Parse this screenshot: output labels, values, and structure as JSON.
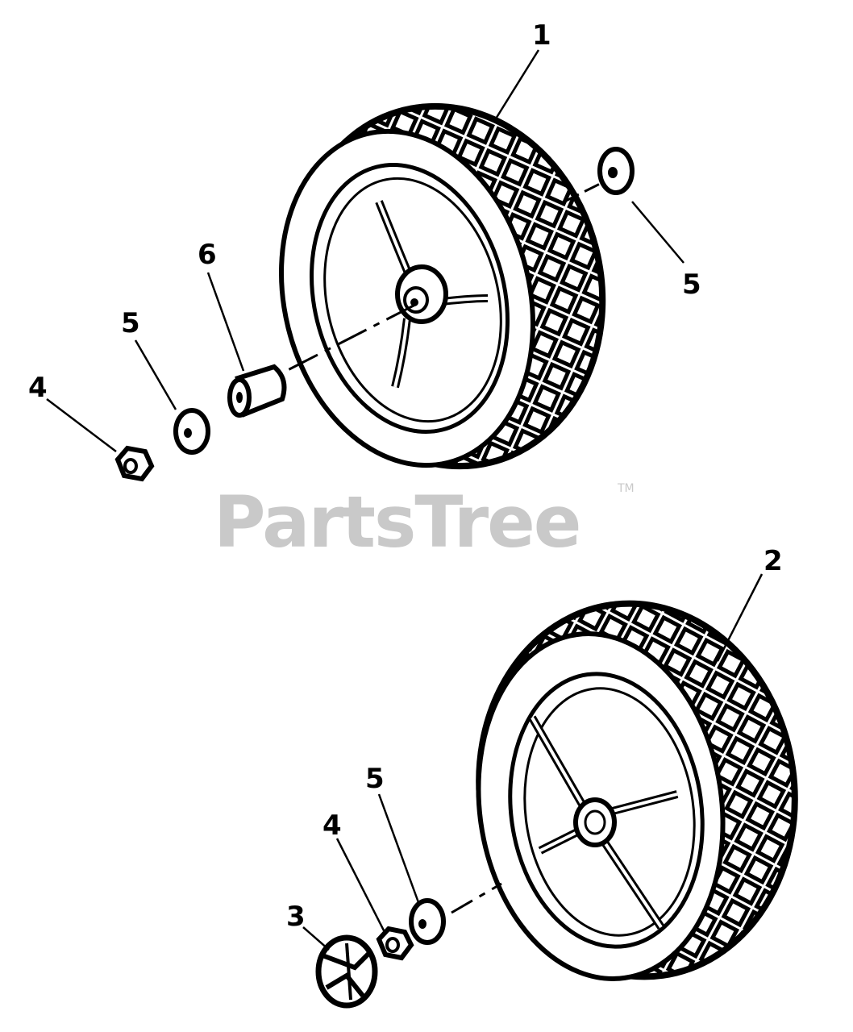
{
  "watermark": {
    "text": "PartsTree",
    "trademark": "TM"
  },
  "callouts": {
    "c1": "1",
    "c2": "2",
    "c3": "3",
    "c4a": "4",
    "c4b": "4",
    "c5a": "5",
    "c5b": "5",
    "c5c": "5",
    "c6": "6"
  },
  "parts": [
    {
      "ref": "1",
      "depicts": "wheel-upper"
    },
    {
      "ref": "2",
      "depicts": "wheel-lower"
    },
    {
      "ref": "3",
      "depicts": "hubcap"
    },
    {
      "ref": "4",
      "depicts": "hex-nut"
    },
    {
      "ref": "5",
      "depicts": "washer"
    },
    {
      "ref": "6",
      "depicts": "bushing-spacer"
    }
  ],
  "colors": {
    "ink": "#000000",
    "paper": "#ffffff",
    "watermark": "#c9c9c9"
  }
}
